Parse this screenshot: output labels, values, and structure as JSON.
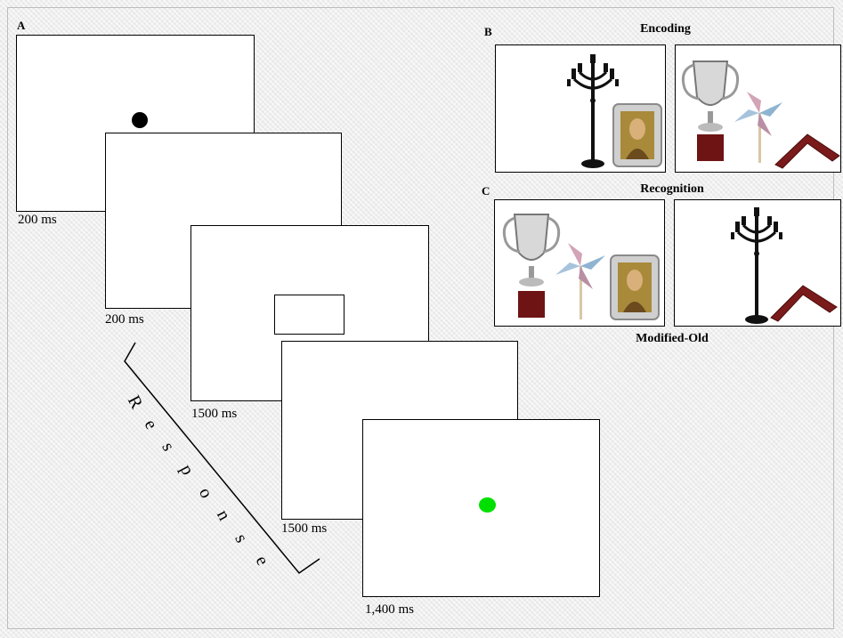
{
  "panels": {
    "a_letter": "A",
    "b_letter": "B",
    "c_letter": "C"
  },
  "screens": [
    {
      "duration": "200 ms",
      "content": "black-dot"
    },
    {
      "duration": "200 ms",
      "content": "blank"
    },
    {
      "duration": "1500 ms",
      "content": "rectangle-outline"
    },
    {
      "duration": "1500 ms",
      "content": "blank"
    },
    {
      "duration": "1,400 ms",
      "content": "green-dot"
    }
  ],
  "response_label": [
    "R",
    "e",
    "s",
    "p",
    "o",
    "n",
    "s",
    "e"
  ],
  "encoding": {
    "heading": "Encoding",
    "panels": [
      {
        "objects": [
          "candelabra-icon",
          "picture-frame-icon"
        ]
      },
      {
        "objects": [
          "trophy-icon",
          "pinwheel-icon",
          "boomerang-icon"
        ]
      }
    ]
  },
  "recognition": {
    "heading": "Recognition",
    "caption": "Modified-Old",
    "panels": [
      {
        "objects": [
          "trophy-icon",
          "pinwheel-icon",
          "picture-frame-icon"
        ]
      },
      {
        "objects": [
          "candelabra-icon",
          "boomerang-icon"
        ]
      }
    ]
  },
  "colors": {
    "target_dot": "#000000",
    "go_dot": "#00e000",
    "background": "#e6e6e6"
  }
}
